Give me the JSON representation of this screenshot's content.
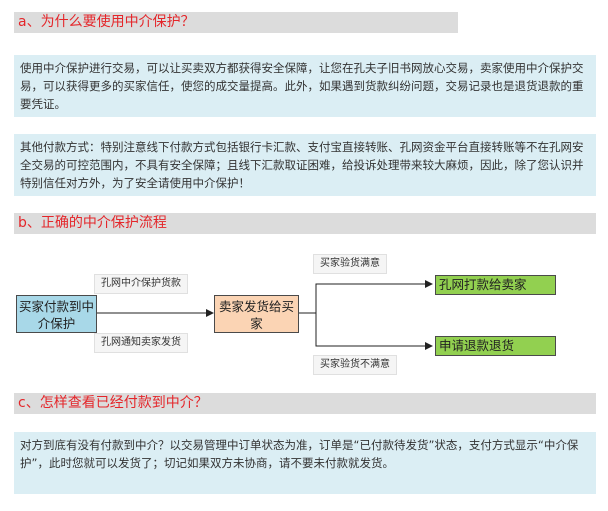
{
  "section_a": {
    "heading": "a、为什么要使用中介保护？",
    "para1": "使用中介保护进行交易，可以让买卖双方都获得安全保障，让您在孔夫子旧书网放心交易，卖家使用中介保护交易，可以获得更多的买家信任，使您的成交量提高。此外，如果遇到货款纠纷问题，交易记录也是退货退款的重要凭证。",
    "para2": "其他付款方式：特别注意线下付款方式包括银行卡汇款、支付宝直接转账、孔网资金平台直接转账等不在孔网安全交易的可控范围内，不具有安全保障；且线下汇款取证困难，给投诉处理带来较大麻烦，因此，除了您认识并特别信任对方外，为了安全请使用中介保护！"
  },
  "section_b": {
    "heading": "b、正确的中介保护流程",
    "flow": {
      "start": "买家付款到中介保护",
      "middle": "卖家发货给买家",
      "top_result": "孔网打款给卖家",
      "bottom_result": "申请退款退货",
      "label_top_left": "孔网中介保护货款",
      "label_bottom_left": "孔网通知卖家发货",
      "label_top_right": "买家验货满意",
      "label_bottom_right": "买家验货不满意"
    },
    "colors": {
      "start_box": "#a8d8e8",
      "middle_box": "#fbd4b4",
      "result_box": "#92d050",
      "heading_bg": "#dcdcdc",
      "heading_text": "#e4262a",
      "para_bg": "#dbeef4"
    }
  },
  "section_c": {
    "heading": "c、怎样查看已经付款到中介？",
    "para": "对方到底有没有付款到中介？以交易管理中订单状态为准，订单是“已付款待发货”状态，支付方式显示“中介保护”，此时您就可以发货了；切记如果双方未协商，请不要未付款就发货。"
  }
}
